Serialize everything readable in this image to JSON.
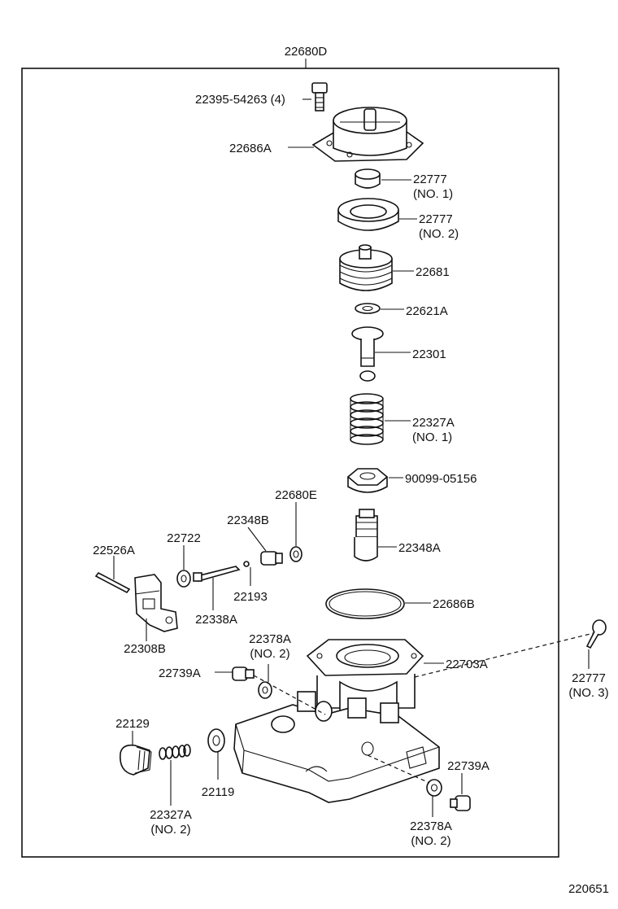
{
  "assembly_label": "22680D",
  "figure_code": "220651",
  "labels": {
    "screw": "22395-54263 (4)",
    "cover": "22686A",
    "p22777_no1": "22777",
    "p22777_no1_sub": "(NO. 1)",
    "p22777_no2": "22777",
    "p22777_no2_sub": "(NO. 2)",
    "p22681": "22681",
    "p22621a": "22621A",
    "p22301": "22301",
    "p22327a_no1": "22327A",
    "p22327a_no1_sub": "(NO. 1)",
    "nut": "90099-05156",
    "p22680e": "22680E",
    "p22348b": "22348B",
    "p22722": "22722",
    "p22526a": "22526A",
    "p22348a": "22348A",
    "p22193": "22193",
    "p22338a": "22338A",
    "p22686b": "22686B",
    "p22308b": "22308B",
    "p22378a_top": "22378A",
    "p22378a_top_sub": "(NO. 2)",
    "p22703a": "22703A",
    "p22777_no3": "22777",
    "p22777_no3_sub": "(NO. 3)",
    "p22739a_left": "22739A",
    "p22129": "22129",
    "p22119": "22119",
    "p22327a_no2": "22327A",
    "p22327a_no2_sub": "(NO. 2)",
    "p22739a_right": "22739A",
    "p22378a_bot": "22378A",
    "p22378a_bot_sub": "(NO. 2)"
  }
}
